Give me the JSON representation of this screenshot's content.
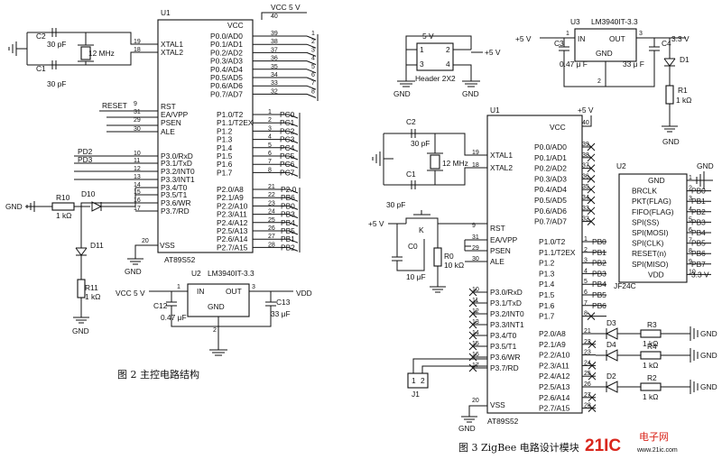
{
  "left": {
    "u1": {
      "ref": "U1",
      "part": "AT89S52",
      "vcc": "VCC",
      "vcc_supply": "VCC 5 V",
      "vcc_pin": "40",
      "vss": "VSS",
      "vss_pin": "20",
      "gnd": "GND",
      "left_pins": [
        {
          "name": "XTAL1",
          "num": "19"
        },
        {
          "name": "XTAL2",
          "num": "18"
        },
        {
          "name": "RST",
          "num": "9"
        },
        {
          "name": "EA/VPP",
          "num": "31"
        },
        {
          "name": "PSEN",
          "num": "29"
        },
        {
          "name": "ALE",
          "num": "30"
        },
        {
          "name": "P3.0/RxD",
          "num": "10"
        },
        {
          "name": "P3.1/TxD",
          "num": "11"
        },
        {
          "name": "P3.2/INT0",
          "num": "12"
        },
        {
          "name": "P3.3/INT1",
          "num": "13"
        },
        {
          "name": "P3.4/T0",
          "num": "14"
        },
        {
          "name": "P3.5/T1",
          "num": "15"
        },
        {
          "name": "P3.6/WR",
          "num": "16"
        },
        {
          "name": "P3.7/RD",
          "num": "17"
        }
      ],
      "p0_pins": [
        {
          "name": "P0.0/AD0",
          "num": "39",
          "bus": "1"
        },
        {
          "name": "P0.1/AD1",
          "num": "38",
          "bus": "2"
        },
        {
          "name": "P0.2/AD2",
          "num": "37",
          "bus": "3"
        },
        {
          "name": "P0.3/AD3",
          "num": "36",
          "bus": "4"
        },
        {
          "name": "P0.4/AD4",
          "num": "35",
          "bus": "5"
        },
        {
          "name": "P0.5/AD5",
          "num": "34",
          "bus": "6"
        },
        {
          "name": "P0.6/AD6",
          "num": "33",
          "bus": "7"
        },
        {
          "name": "P0.7/AD7",
          "num": "32",
          "bus": "8"
        }
      ],
      "p1_pins": [
        {
          "name": "P1.0/T2",
          "num": "1",
          "net": "PC0"
        },
        {
          "name": "P1.1/T2EX",
          "num": "2",
          "net": "PC1"
        },
        {
          "name": "P1.2",
          "num": "3",
          "net": "PC2"
        },
        {
          "name": "P1.3",
          "num": "4",
          "net": "PC3"
        },
        {
          "name": "P1.4",
          "num": "5",
          "net": "PC4"
        },
        {
          "name": "P1.5",
          "num": "6",
          "net": "PC5"
        },
        {
          "name": "P1.6",
          "num": "7",
          "net": "PC6"
        },
        {
          "name": "P1.7",
          "num": "8",
          "net": "PC7"
        }
      ],
      "p2_pins": [
        {
          "name": "P2.0/A8",
          "num": "21",
          "net": "P2.0"
        },
        {
          "name": "P2.1/A9",
          "num": "22",
          "net": "PB6"
        },
        {
          "name": "P2.2/A10",
          "num": "23",
          "net": "PB0"
        },
        {
          "name": "P2.3/A11",
          "num": "24",
          "net": "PB3"
        },
        {
          "name": "P2.4/A12",
          "num": "25",
          "net": "PB4"
        },
        {
          "name": "P2.5/A13",
          "num": "26",
          "net": "PB5"
        },
        {
          "name": "P2.6/A14",
          "num": "27",
          "net": "PB1"
        },
        {
          "name": "P2.7/A15",
          "num": "28",
          "net": "PB2"
        }
      ]
    },
    "c2": "C2",
    "c2_val": "30 pF",
    "c1": "C1",
    "c1_val": "30 pF",
    "crystal": "12 MHz",
    "reset": "RESET",
    "pd2": "PD2",
    "pd3": "PD3",
    "r10": "R10",
    "r10_val": "1 kΩ",
    "d10": "D10",
    "d11": "D11",
    "r11": "R11",
    "r11_val": "1 kΩ",
    "gnd": "GND",
    "u2": {
      "ref": "U2",
      "part": "LM3940IT-3.3",
      "in": "IN",
      "out": "OUT",
      "gnd": "GND",
      "pin1": "1",
      "pin2": "2",
      "pin3": "3",
      "vin": "VCC 5 V",
      "vout": "VDD",
      "c12": "C12",
      "c12_val": "0.47 μF",
      "c13": "C13",
      "c13_val": "33 μF"
    },
    "caption": "图 2   主控电路结构"
  },
  "right": {
    "header": {
      "supply": "5 V",
      "plus5": "+5 V",
      "name": "Header 2X2",
      "gnd": "GND",
      "pins": [
        "1",
        "2",
        "3",
        "4"
      ]
    },
    "u3": {
      "ref": "U3",
      "part": "LM3940IT-3.3",
      "in": "IN",
      "out": "OUT",
      "gnd": "GND",
      "pin1": "1",
      "pin2": "2",
      "pin3": "3",
      "vin": "+5 V",
      "vout": "3.3 V",
      "c3": "C3",
      "c3_val": "0.47 μ F",
      "c4": "C4",
      "c4_val": "33 μ F",
      "d1": "D1",
      "r1": "R1",
      "r1_val": "1 kΩ",
      "gnd_label": "GND"
    },
    "u1": {
      "ref": "U1",
      "part": "AT89S52",
      "vcc": "VCC",
      "supply": "+5 V",
      "vcc_pin": "40",
      "vss": "VSS",
      "vss_pin": "20",
      "left_pins": [
        {
          "name": "XTAL1",
          "num": "19"
        },
        {
          "name": "XTAL2",
          "num": "18"
        },
        {
          "name": "RST",
          "num": "9"
        },
        {
          "name": "EA/VPP",
          "num": "31"
        },
        {
          "name": "PSEN",
          "num": "29"
        },
        {
          "name": "ALE",
          "num": "30"
        },
        {
          "name": "P3.0/RxD",
          "num": "10"
        },
        {
          "name": "P3.1/TxD",
          "num": "11"
        },
        {
          "name": "P3.2/INT0",
          "num": "12"
        },
        {
          "name": "P3.3/INT1",
          "num": "13"
        },
        {
          "name": "P3.4/T0",
          "num": "14"
        },
        {
          "name": "P3.5/T1",
          "num": "15"
        },
        {
          "name": "P3.6/WR",
          "num": "16"
        },
        {
          "name": "P3.7/RD",
          "num": "17"
        }
      ],
      "p0_pins": [
        {
          "name": "P0.0/AD0",
          "num": "39"
        },
        {
          "name": "P0.1/AD1",
          "num": "38"
        },
        {
          "name": "P0.2/AD2",
          "num": "37"
        },
        {
          "name": "P0.3/AD3",
          "num": "36"
        },
        {
          "name": "P0.4/AD4",
          "num": "35"
        },
        {
          "name": "P0.5/AD5",
          "num": "34"
        },
        {
          "name": "P0.6/AD6",
          "num": "33"
        },
        {
          "name": "P0.7/AD7",
          "num": "32"
        }
      ],
      "p1_pins": [
        {
          "name": "P1.0/T2",
          "num": "1",
          "net": "PB0"
        },
        {
          "name": "P1.1/T2EX",
          "num": "2",
          "net": "PB1"
        },
        {
          "name": "P1.2",
          "num": "3",
          "net": "PB2"
        },
        {
          "name": "P1.3",
          "num": "4",
          "net": "PB3"
        },
        {
          "name": "P1.4",
          "num": "5",
          "net": "PB4"
        },
        {
          "name": "P1.5",
          "num": "6",
          "net": "PB5"
        },
        {
          "name": "P1.6",
          "num": "7",
          "net": "PB6"
        },
        {
          "name": "P1.7",
          "num": "8",
          "net": ""
        }
      ],
      "p2_pins": [
        {
          "name": "P2.0/A8",
          "num": "21"
        },
        {
          "name": "P2.1/A9",
          "num": "22"
        },
        {
          "name": "P2.2/A10",
          "num": "23"
        },
        {
          "name": "P2.3/A11",
          "num": "24"
        },
        {
          "name": "P2.4/A12",
          "num": "25"
        },
        {
          "name": "P2.5/A13",
          "num": "26"
        },
        {
          "name": "P2.6/A14",
          "num": "27"
        },
        {
          "name": "P2.7/A15",
          "num": "28"
        }
      ]
    },
    "c2": "C2",
    "c2_val": "30 pF",
    "c1": "C1",
    "c1_val": "30 pF",
    "crystal": "12 MHz",
    "plus5_rst": "+5 V",
    "k": "K",
    "c0": "C0",
    "c0_val": "10 μF",
    "r0": "R0",
    "r0_val": "10 kΩ",
    "j1": "J1",
    "j1_pins": [
      "1",
      "2"
    ],
    "gnd": "GND",
    "u2": {
      "ref": "U2",
      "pins": [
        {
          "name": "GND",
          "num": "1",
          "net": ""
        },
        {
          "name": "BRCLK",
          "num": "2",
          "net": "PB0"
        },
        {
          "name": "PKT(FLAG)",
          "num": "3",
          "net": "PB1"
        },
        {
          "name": "FIFO(FLAG)",
          "num": "4",
          "net": "PB2"
        },
        {
          "name": "SPI(SS)",
          "num": "5",
          "net": "PB3"
        },
        {
          "name": "SPI(MOSI)",
          "num": "6",
          "net": "PB4"
        },
        {
          "name": "SPI(CLK)",
          "num": "7",
          "net": "PB5"
        },
        {
          "name": "RESET(n)",
          "num": "8",
          "net": "PB6"
        },
        {
          "name": "SPI(MISO)",
          "num": "9",
          "net": "PB7"
        },
        {
          "name": "VDD",
          "num": "10",
          "net": "3.3 V"
        }
      ],
      "part": "JF24C",
      "gnd": "GND"
    },
    "leds": [
      {
        "d": "D3",
        "r": "R3",
        "r_val": "1 kΩ"
      },
      {
        "d": "D4",
        "r": "R4",
        "r_val": "1 kΩ"
      },
      {
        "d": "D2",
        "r": "R2",
        "r_val": "1 kΩ"
      }
    ],
    "caption": "图 3   ZigBee 电路设计模块"
  },
  "watermark": {
    "brand": "21IC",
    "sub": "电子网",
    "url": "www.21ic.com"
  }
}
